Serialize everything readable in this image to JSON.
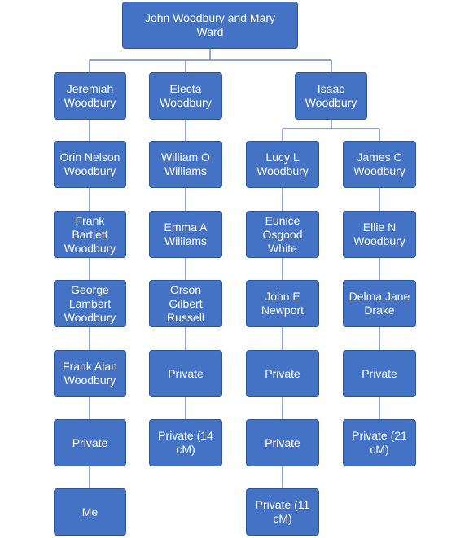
{
  "colors": {
    "node_fill": "#4472c4",
    "node_border": "#2f5597",
    "node_text": "#ffffff",
    "connector": "#4a6fb5"
  },
  "root": {
    "label": "John Woodbury and Mary\nWard"
  },
  "branches": [
    {
      "name": "jeremiah",
      "label": "Jeremiah\nWoodbury",
      "descendants": [
        "Orin Nelson\nWoodbury",
        "Frank\nBartlett\nWoodbury",
        "George\nLambert\nWoodbury",
        "Frank Alan\nWoodbury",
        "Private",
        "Me"
      ]
    },
    {
      "name": "electa",
      "label": "Electa\nWoodbury",
      "descendants": [
        "William O\nWilliams",
        "Emma A\nWilliams",
        "Orson\nGilbert\nRussell",
        "Private",
        "Private (14\ncM)"
      ]
    },
    {
      "name": "isaac",
      "label": "Isaac\nWoodbury",
      "children": [
        {
          "name": "lucy",
          "descendants": [
            "Lucy L\nWoodbury",
            "Eunice\nOsgood\nWhite",
            "John E\nNewport",
            "Private",
            "Private",
            "Private (11\ncM)"
          ]
        },
        {
          "name": "james",
          "descendants": [
            "James C\nWoodbury",
            "Ellie N\nWoodbury",
            "Delma Jane\nDrake",
            "Private",
            "Private (21\ncM)"
          ]
        }
      ]
    }
  ]
}
